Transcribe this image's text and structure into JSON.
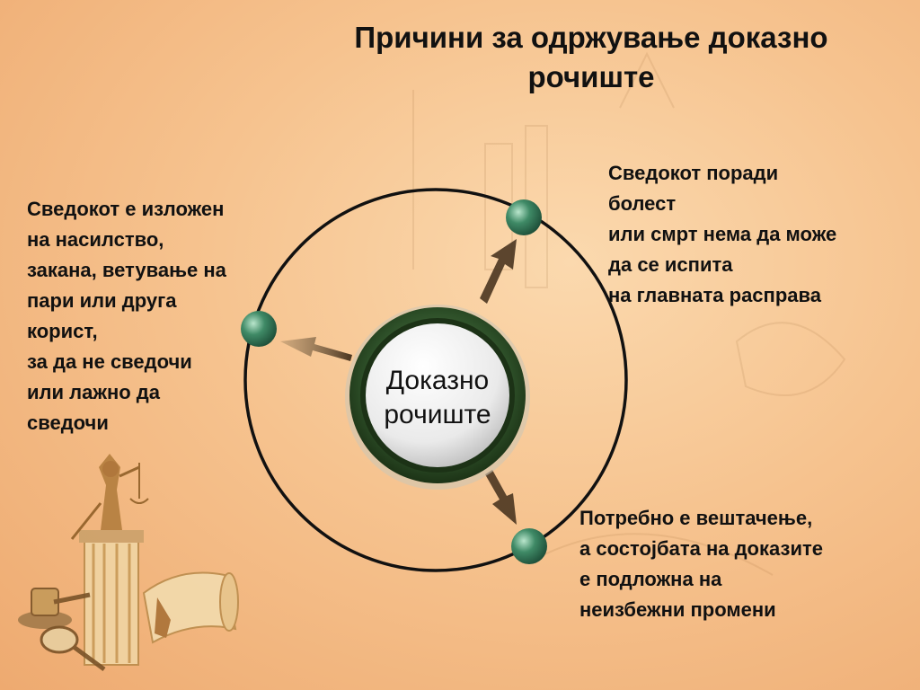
{
  "title": {
    "lines": [
      "Причини за одржување доказно",
      "рочиште"
    ]
  },
  "center": {
    "lines": [
      "Доказно",
      "рочиште"
    ]
  },
  "notes": {
    "left": [
      "Сведокот е изложен",
      "на насилство,",
      "закана, ветување на",
      "пари или друга",
      "корист,",
      "за да не сведочи",
      "или лажно да",
      "сведочи"
    ],
    "top_right": [
      "Сведокот поради",
      "болест",
      "или смрт нема да може",
      "да се испита",
      "на главната расправа"
    ],
    "bottom_right": [
      "Потребно е вештачење,",
      "а состојбата на доказите",
      "е подложна на",
      "неизбежни промени"
    ]
  },
  "colors": {
    "ring": "#111111",
    "node": "#3f8a66",
    "hub_dark": "#1e3a1a",
    "hub_light": "#f4f4f4",
    "arrow": "#5a4226"
  },
  "icons": [
    "lady-justice-statue-icon",
    "gavel-icon",
    "scroll-icon",
    "magnifier-icon"
  ]
}
